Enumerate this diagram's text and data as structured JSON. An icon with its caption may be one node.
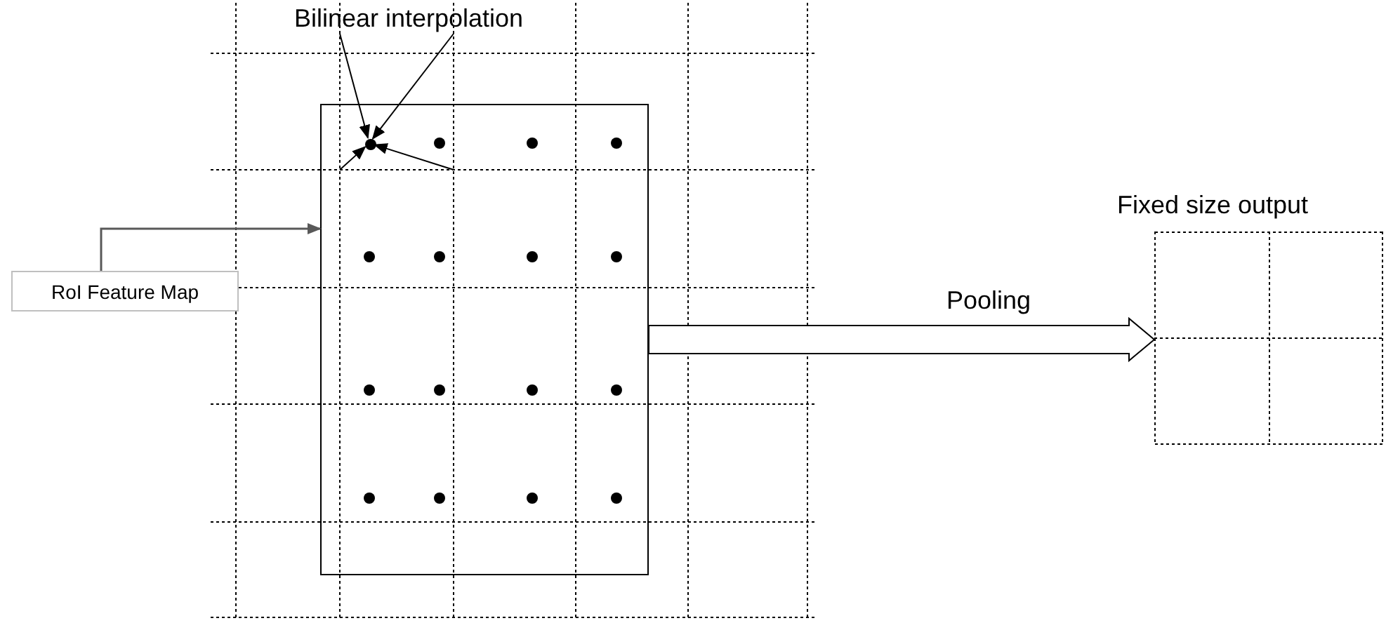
{
  "diagram": {
    "nodes": [
      {
        "text": [
          "Bilinear interpolation"
        ]
      },
      {
        "text": [
          "RoI Feature Map"
        ]
      },
      {
        "text": [],
        "shape": "box"
      },
      {
        "text": [],
        "shape": "circle",
        "in": 2
      },
      {
        "text": [
          "Fixed size output"
        ]
      }
    ],
    "edges": [
      {
        "from": 0,
        "to": 3,
        "arrow": "to"
      },
      {
        "from": 0,
        "to": 3,
        "arrow": "to"
      },
      {
        "from": null,
        "to": 3,
        "arrow": "to"
      },
      {
        "from": null,
        "to": 3,
        "arrow": "to"
      },
      {
        "from": 1,
        "to": 2,
        "arrow": "to",
        "color": "#595959"
      },
      {
        "from": 2,
        "to": 4,
        "arrow": "to",
        "label": "Pooling",
        "style": "thick"
      }
    ]
  }
}
